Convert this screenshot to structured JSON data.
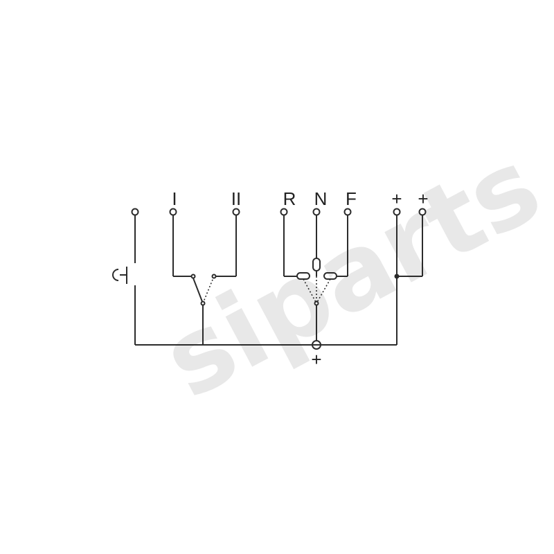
{
  "watermark": "siparts",
  "labels": {
    "term_1": "I",
    "term_2": "II",
    "term_r": "R",
    "term_n": "N",
    "term_f": "F",
    "term_plus_a": "+",
    "term_plus_b": "+",
    "ground": "+"
  },
  "colors": {
    "wire": "#2b2b2b",
    "watermark": "#e8e8e8"
  }
}
